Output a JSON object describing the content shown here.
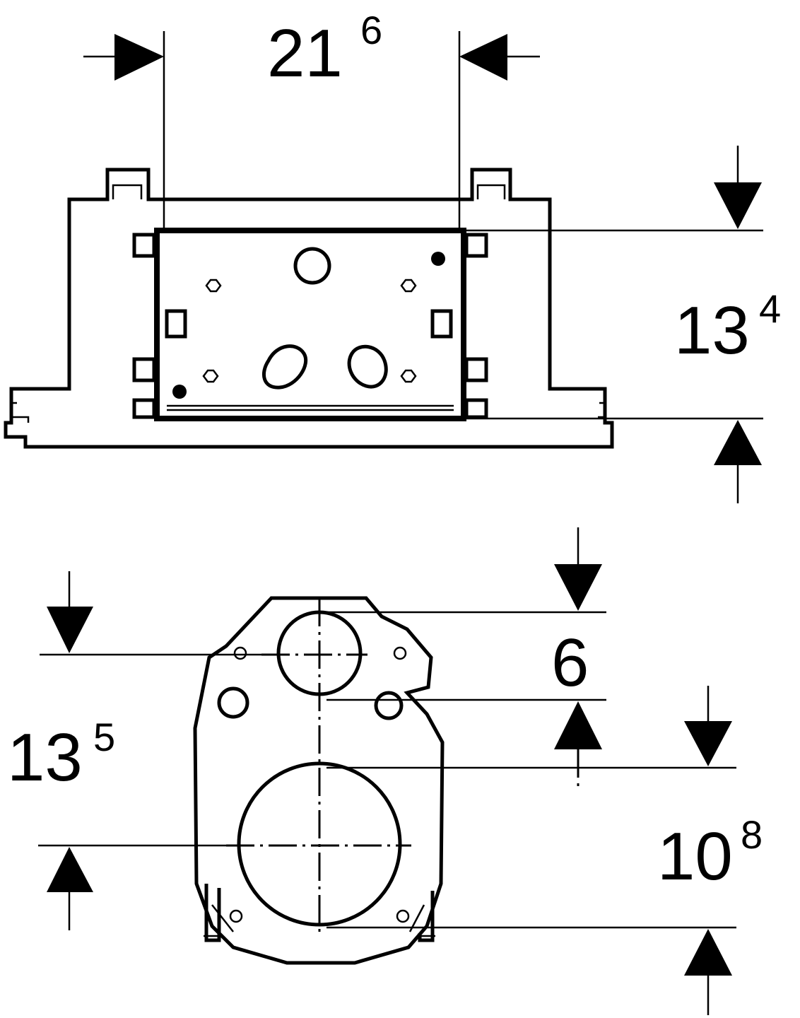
{
  "dimensions": {
    "top_width": {
      "main": "21",
      "sup": "6"
    },
    "top_height": {
      "main": "13",
      "sup": "4"
    },
    "bottom_left": {
      "main": "13",
      "sup": "5"
    },
    "bottom_spacing": {
      "main": "6",
      "sup": ""
    },
    "bottom_lower": {
      "main": "10",
      "sup": "8"
    }
  }
}
